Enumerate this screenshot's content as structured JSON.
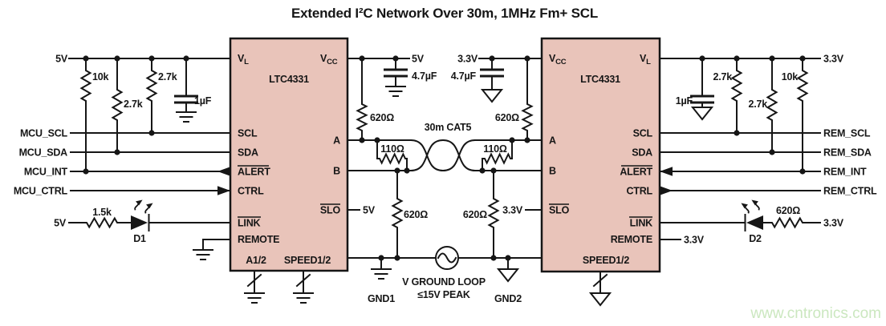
{
  "title": "Extended I²C Network Over 30m, 1MHz Fm+ SCL",
  "watermark": "www.cntronics.com",
  "colors": {
    "wire": "#161616",
    "chip_fill": "#e9c4ba",
    "watermark": "#cbe7bf"
  },
  "chip_left": {
    "name": "LTC4331"
  },
  "chip_right": {
    "name": "LTC4331"
  },
  "pins": {
    "vl_base": "V",
    "vl_sub": "L",
    "vcc_base": "V",
    "vcc_sub": "CC",
    "scl": "SCL",
    "sda": "SDA",
    "alert": "ALERT",
    "ctrl": "CTRL",
    "link": "LINK",
    "remote": "REMOTE",
    "a12": "A1/2",
    "speed12": "SPEED1/2",
    "a": "A",
    "b": "B",
    "slo": "SLO"
  },
  "left": {
    "rail": "5V",
    "r_10k": "10k",
    "r_27k_sda": "2.7k",
    "r_27k_scl": "2.7k",
    "cap": "1µF",
    "scl": "MCU_SCL",
    "sda": "MCU_SDA",
    "int": "MCU_INT",
    "ctrl": "MCU_CTRL",
    "led_supply": "5V",
    "led_resistor": "1.5k",
    "led_name": "D1"
  },
  "right": {
    "rail": "3.3V",
    "r_10k": "10k",
    "r_27k_sda": "2.7k",
    "r_27k_scl": "2.7k",
    "cap": "1µF",
    "scl": "REM_SCL",
    "sda": "REM_SDA",
    "int": "REM_INT",
    "ctrl": "REM_CTRL",
    "led_supply": "3.3V",
    "led_resistor": "620Ω",
    "led_name": "D2",
    "remote_supply": "3.3V"
  },
  "center": {
    "vcc_left": "5V",
    "cap_left": "4.7µF",
    "vcc_right": "3.3V",
    "cap_right": "4.7µF",
    "r_pullup_left": "620Ω",
    "r_pullup_right": "620Ω",
    "cable": "30m CAT5",
    "term_left": "110Ω",
    "term_right": "110Ω",
    "slo_left": "5V",
    "slo_right": "3.3V",
    "r_pulldown_left": "620Ω",
    "r_pulldown_right": "620Ω",
    "gnd1": "GND1",
    "gnd2": "GND2",
    "loop_line1": "V GROUND LOOP",
    "loop_line2": "≤15V PEAK"
  }
}
